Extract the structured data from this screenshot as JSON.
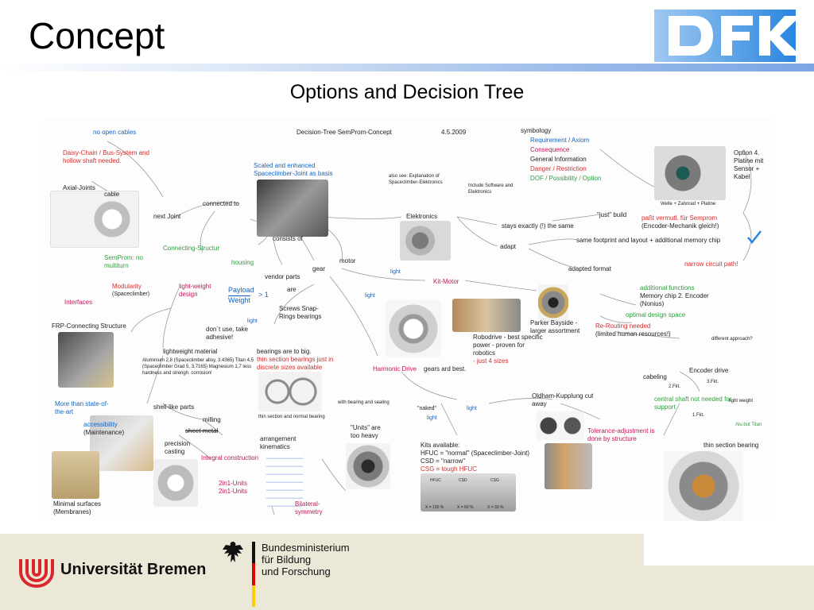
{
  "slide": {
    "title": "Concept",
    "subtitle": "Options and Decision Tree"
  },
  "diagram": {
    "header": "Decision-Tree SemProm-Concept",
    "date": "4.5.2009",
    "symbology": {
      "title": "symbology",
      "items": [
        {
          "label": "Requirement / Axiom",
          "color": "#1565c0"
        },
        {
          "label": "Consequence",
          "color": "#c2185b"
        },
        {
          "label": "General Information",
          "color": "#222222"
        },
        {
          "label": "Danger / Restriction",
          "color": "#d32f2f"
        },
        {
          "label": "DOF / Possibility / Option",
          "color": "#2e9e3e"
        }
      ]
    },
    "nodes": [
      {
        "text": "no open cables",
        "color": "blue"
      },
      {
        "text": "Daisy-Chain / Bus-System and hollow shaft needed.",
        "color": "red"
      },
      {
        "text": "Axial-Joints",
        "color": "black"
      },
      {
        "text": "cable",
        "color": "black"
      },
      {
        "text": "next Joint",
        "color": "black"
      },
      {
        "text": "connected to",
        "color": "black"
      },
      {
        "text": "Scaled and enhanced Spaceclimber-Joint as basis",
        "color": "blue"
      },
      {
        "text": "consists of",
        "color": "black"
      },
      {
        "text": "Connecting-Structur",
        "color": "green"
      },
      {
        "text": "housing",
        "color": "green"
      },
      {
        "text": "SemProm: no multiturn",
        "color": "green"
      },
      {
        "text": "Modularity",
        "color": "red"
      },
      {
        "text": "(Spaceclimber)",
        "color": "black"
      },
      {
        "text": "Interfaces",
        "color": "pink"
      },
      {
        "text": "light-weight design",
        "color": "pink"
      },
      {
        "text": "Payload",
        "color": "blue"
      },
      {
        "text": "Weight",
        "color": "blue"
      },
      {
        "text": "> 1",
        "color": "blue"
      },
      {
        "text": "are",
        "color": "black"
      },
      {
        "text": "vendor parts",
        "color": "black"
      },
      {
        "text": "gear",
        "color": "black"
      },
      {
        "text": "motor",
        "color": "black"
      },
      {
        "text": "Screws Snap-Rings bearings",
        "color": "black"
      },
      {
        "text": "light",
        "color": "blue"
      },
      {
        "text": "don´t use, take adhesive!",
        "color": "black"
      },
      {
        "text": "FRP-Connecting Structure",
        "color": "black"
      },
      {
        "text": "lightweight material",
        "color": "black"
      },
      {
        "text": "Aluminium 2,8 (Spaceclimber alloy, 3.4365) Titan 4,5 (Spaceclimber Grad 5, 3.7165) Magnesium 1,7 less hardness and strengh. corrosion!",
        "color": "black"
      },
      {
        "text": "bearings are to big.",
        "color": "black"
      },
      {
        "text": "thin section bearings just in discrete sizes available",
        "color": "red"
      },
      {
        "text": "thin section and normal bearing",
        "color": "black"
      },
      {
        "text": "More than state-of-the-art",
        "color": "blue"
      },
      {
        "text": "shell-like parts",
        "color": "black"
      },
      {
        "text": "milling",
        "color": "black"
      },
      {
        "text": "sheet metal",
        "color": "black"
      },
      {
        "text": "accessibility",
        "color": "blue"
      },
      {
        "text": "(Maintenance)",
        "color": "black"
      },
      {
        "text": "precision casting",
        "color": "black"
      },
      {
        "text": "Integral construction",
        "color": "pink"
      },
      {
        "text": "arrangement kinematics",
        "color": "black"
      },
      {
        "text": "2in1-Units 2in1-Units",
        "color": "pink"
      },
      {
        "text": "Bilateral-symmetry",
        "color": "pink"
      },
      {
        "text": "Minimal surfaces (Membranes)",
        "color": "black"
      },
      {
        "text": "also see: Explanation of Spaceclimber-Elektronics",
        "color": "black"
      },
      {
        "text": "Include Software and Elektronics",
        "color": "black"
      },
      {
        "text": "Elektronics",
        "color": "black"
      },
      {
        "text": "stays exactly (!) the same",
        "color": "black"
      },
      {
        "text": "\"just\" build",
        "color": "black"
      },
      {
        "text": "adapt",
        "color": "black"
      },
      {
        "text": "same footprint and layout + additional memory chip",
        "color": "black"
      },
      {
        "text": "paßt vermutl. für Semprom",
        "color": "red"
      },
      {
        "text": "(Encoder-Mechanik gleich!)",
        "color": "black"
      },
      {
        "text": "narrow circuit path!",
        "color": "red"
      },
      {
        "text": "adapted format",
        "color": "black"
      },
      {
        "text": "light",
        "color": "blue"
      },
      {
        "text": "Kit-Motor",
        "color": "pink"
      },
      {
        "text": "additional functions",
        "color": "green"
      },
      {
        "text": "Memory chip 2. Encoder (Nonius)",
        "color": "black"
      },
      {
        "text": "optimal design space",
        "color": "green"
      },
      {
        "text": "Parker Bayside - larger assortment",
        "color": "black"
      },
      {
        "text": "Re-Routing needed",
        "color": "red"
      },
      {
        "text": "(limited human resources!)",
        "color": "black"
      },
      {
        "text": "different approach?",
        "color": "black"
      },
      {
        "text": "Robodrive - best specific power - proven for robotics",
        "color": "black"
      },
      {
        "text": "- just 4 sizes",
        "color": "red"
      },
      {
        "text": "light",
        "color": "blue"
      },
      {
        "text": "Harmonic Drive",
        "color": "pink"
      },
      {
        "text": "gears ard best.",
        "color": "black"
      },
      {
        "text": "with bearing and sealing",
        "color": "black"
      },
      {
        "text": "\"naked\"",
        "color": "black"
      },
      {
        "text": "light",
        "color": "blue"
      },
      {
        "text": "light",
        "color": "blue"
      },
      {
        "text": "\"Units\" are too heavy",
        "color": "black"
      },
      {
        "text": "Oldham-Kupplung cut away",
        "color": "black"
      },
      {
        "text": "Kits available:",
        "color": "black"
      },
      {
        "text": "HFUC = \"normal\" (Spaceclimber-Joint)",
        "color": "black"
      },
      {
        "text": "CSD = \"narrow\"",
        "color": "black"
      },
      {
        "text": "CSG = tough HFUC",
        "color": "red"
      },
      {
        "text": "Tolerance-adjustment is done by structure",
        "color": "pink"
      },
      {
        "text": "Encoder drive",
        "color": "black"
      },
      {
        "text": "cabeling",
        "color": "black"
      },
      {
        "text": "2.Fkt.",
        "color": "black"
      },
      {
        "text": "3.Fkt.",
        "color": "black"
      },
      {
        "text": "central shaft not needed for support",
        "color": "green"
      },
      {
        "text": "1.Fkt.",
        "color": "black"
      },
      {
        "text": "light weight",
        "color": "black"
      },
      {
        "text": "Alu but Titan",
        "color": "green"
      },
      {
        "text": "thin section bearing",
        "color": "black"
      },
      {
        "text": "Option 4. Platine mit Sensor + Kabel",
        "color": "black"
      },
      {
        "text": "Welle + Zahnrad + Platine",
        "color": "black"
      },
      {
        "text": "HFUC",
        "color": "black"
      },
      {
        "text": "CSD",
        "color": "black"
      },
      {
        "text": "CSG",
        "color": "black"
      },
      {
        "text": "X = 100 %",
        "color": "black"
      },
      {
        "text": "X = 60 %",
        "color": "black"
      },
      {
        "text": "X = 33 %",
        "color": "black"
      }
    ]
  },
  "footer": {
    "university": "Universität Bremen",
    "ministry_lines": [
      "Bundesministerium",
      "für Bildung",
      "und Forschung"
    ],
    "logo_text": "DFKI",
    "colors": {
      "uni_red": "#d9272e",
      "dfki_blue": "#1f7bd8",
      "footer_bg": "#ece8d7"
    }
  },
  "icons": [
    "checkmark-icon",
    "university-logo-icon",
    "federal-eagle-icon",
    "dfki-logo-icon"
  ]
}
